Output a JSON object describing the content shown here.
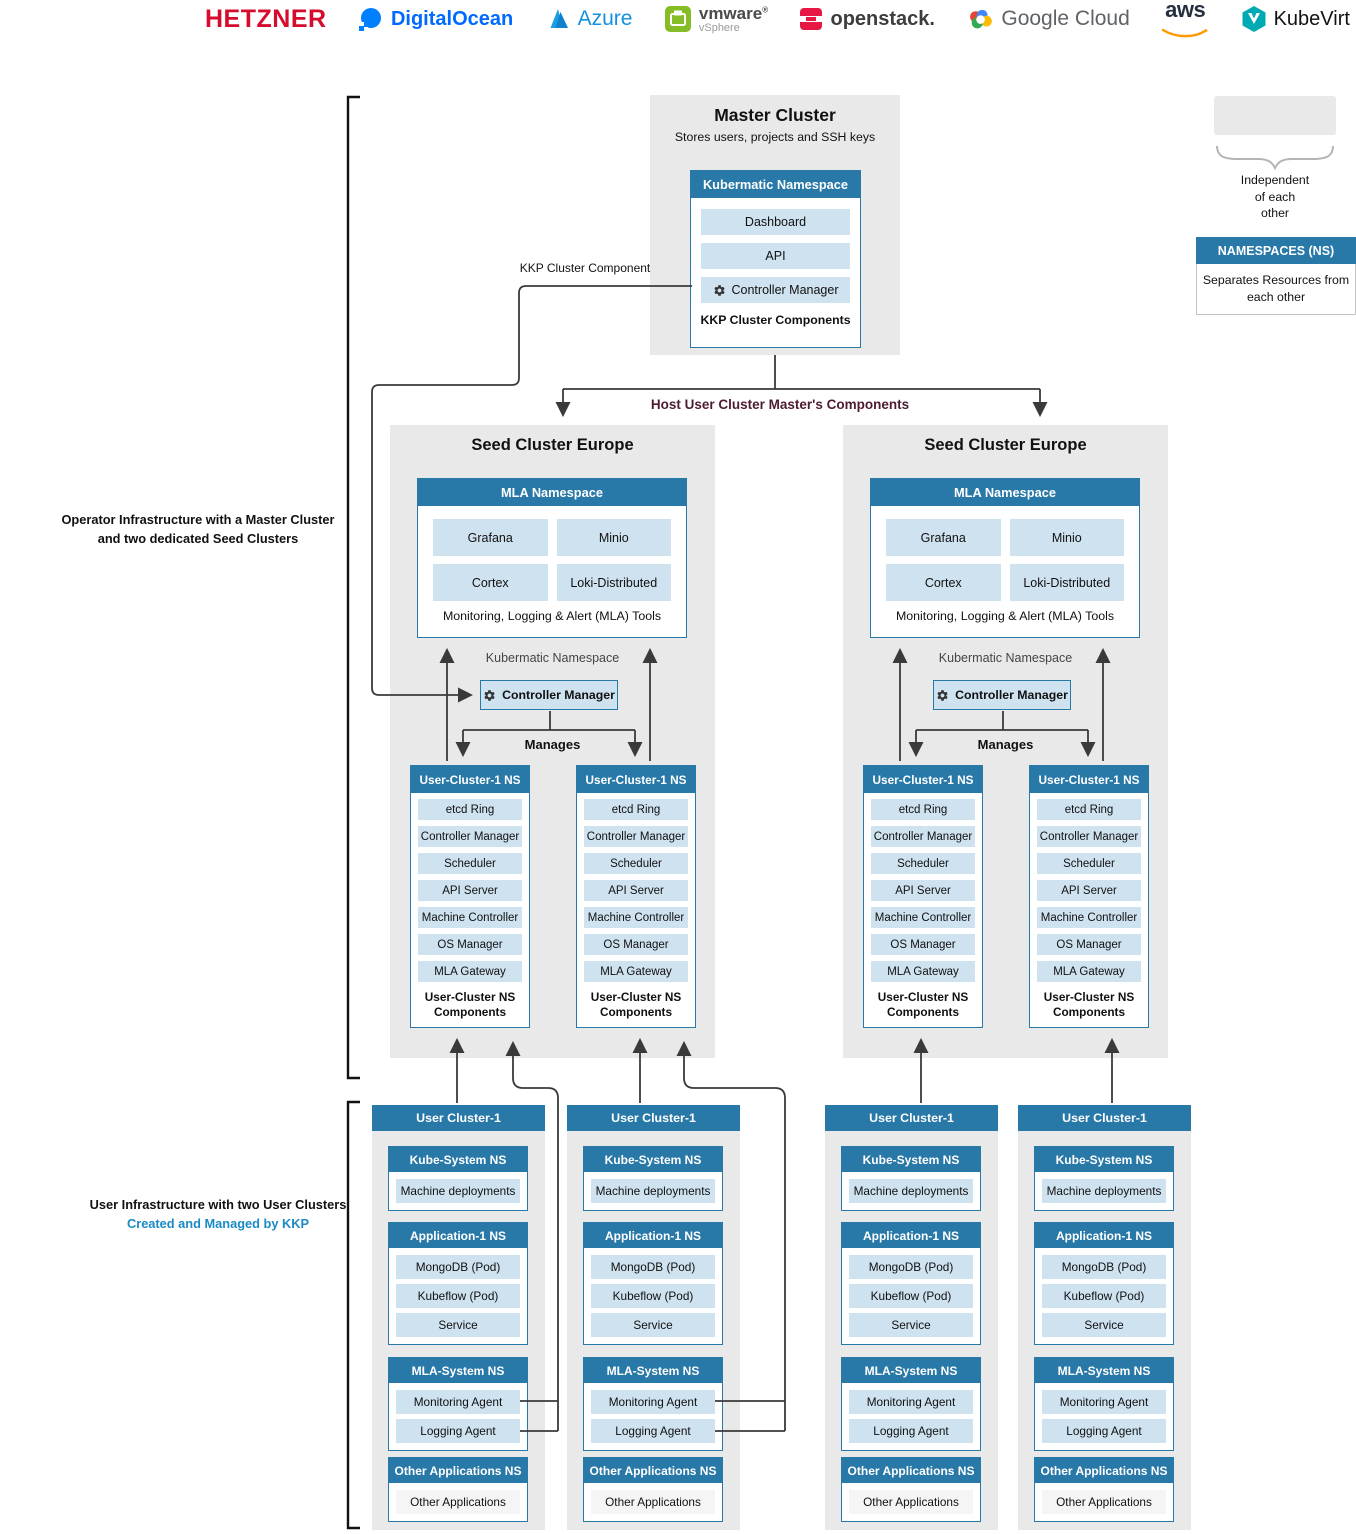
{
  "providers": {
    "items": [
      {
        "label": "HETZNER"
      },
      {
        "label": "DigitalOcean"
      },
      {
        "label": "Azure"
      },
      {
        "label": "vmware",
        "reg": "®",
        "sublabel": "vSphere"
      },
      {
        "label": "openstack."
      },
      {
        "label": "Google Cloud"
      },
      {
        "label": "aws"
      },
      {
        "label": "KubeVirt"
      }
    ]
  },
  "master": {
    "title": "Master Cluster",
    "subtitle": "Stores users, projects and SSH keys",
    "namespace_header": "Kubermatic Namespace",
    "items": [
      "Dashboard",
      "API",
      "Controller Manager"
    ],
    "footer": "KKP Cluster Components"
  },
  "legend": {
    "independent_lines": [
      "Independent",
      "of each",
      "other"
    ],
    "namespaces_title": "NAMESPACES (NS)",
    "namespaces_desc": "Separates Resources from each other"
  },
  "labels": {
    "kkp_cluster_component": "KKP Cluster Component",
    "host_components": "Host User Cluster Master's Components",
    "operator_line1": "Operator Infrastructure with a Master Cluster",
    "operator_line2": "and two dedicated Seed Clusters",
    "user_infra_line1": "User Infrastructure with two User Clusters",
    "user_infra_line2": "Created and Managed by KKP",
    "kubermatic_namespace": "Kubermatic Namespace",
    "controller_manager": "Controller Manager",
    "manages": "Manages"
  },
  "seed": {
    "title": "Seed Cluster Europe",
    "mla_header": "MLA Namespace",
    "mla_items": [
      "Grafana",
      "Minio",
      "Cortex",
      "Loki-Distributed"
    ],
    "mla_footer": "Monitoring, Logging & Alert (MLA) Tools",
    "ns_header": "User-Cluster-1 NS",
    "ns_items": [
      "etcd Ring",
      "Controller Manager",
      "Scheduler",
      "API Server",
      "Machine Controller",
      "OS Manager",
      "MLA Gateway"
    ],
    "ns_footer": "User-Cluster NS Components"
  },
  "user_cluster": {
    "title": "User Cluster-1",
    "sections": [
      {
        "header": "Kube-System NS",
        "items": [
          "Machine deployments"
        ]
      },
      {
        "header": "Application-1 NS",
        "items": [
          "MongoDB (Pod)",
          "Kubeflow (Pod)",
          "Service"
        ]
      },
      {
        "header": "MLA-System NS",
        "items": [
          "Monitoring Agent",
          "Logging Agent"
        ]
      },
      {
        "header": "Other Applications NS",
        "items": [
          "Other Applications"
        ]
      }
    ]
  },
  "colors": {
    "accent": "#2878a8",
    "lightblue": "#cfe2f0",
    "panel": "#e9e9e9",
    "line": "#3a3a3a",
    "maroon": "#4d1b33",
    "kkp_blue": "#1b8ac6",
    "hetzner_red": "#d50c2d",
    "do_blue": "#0069ff",
    "azure_blue": "#1490df",
    "openstack_red": "#e61742",
    "vmware_green": "#86bc25",
    "gcloud_gray": "#5f6368",
    "aws_orange": "#ff9900",
    "kubevirt_teal": "#00aab4"
  }
}
